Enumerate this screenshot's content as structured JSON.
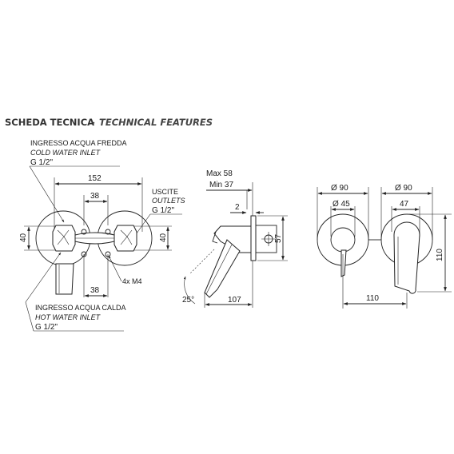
{
  "sheet": {
    "title": "SCHEDA TECNICA",
    "separator": "-",
    "subtitle": "TECHNICAL FEATURES"
  },
  "labels": {
    "cold_inlet_it": "INGRESSO ACQUA FREDDA",
    "cold_inlet_en": "COLD WATER INLET",
    "cold_inlet_size": "G 1/2\"",
    "outlets_it": "USCITE",
    "outlets_en": "OUTLETS",
    "outlets_size": "G 1/2\"",
    "hot_inlet_it": "INGRESSO ACQUA CALDA",
    "hot_inlet_en": "HOT WATER INLET",
    "hot_inlet_size": "G 1/2\"",
    "screws": "4x M4"
  },
  "front_view": {
    "width": "152",
    "top_spacing": "38",
    "bottom_spacing": "38",
    "left_height": "40",
    "right_height": "40"
  },
  "side_view": {
    "max_depth": "Max 58",
    "min_depth": "Min 37",
    "gap": "2",
    "height": "57",
    "length": "107",
    "angle": "25°"
  },
  "plate_view": {
    "left_diameter": "Ø 90",
    "right_diameter": "Ø 90",
    "knob_diameter": "Ø 45",
    "lever_width": "47",
    "height": "110",
    "width": "110"
  },
  "colors": {
    "lines": "#222222",
    "title": "#333333"
  }
}
